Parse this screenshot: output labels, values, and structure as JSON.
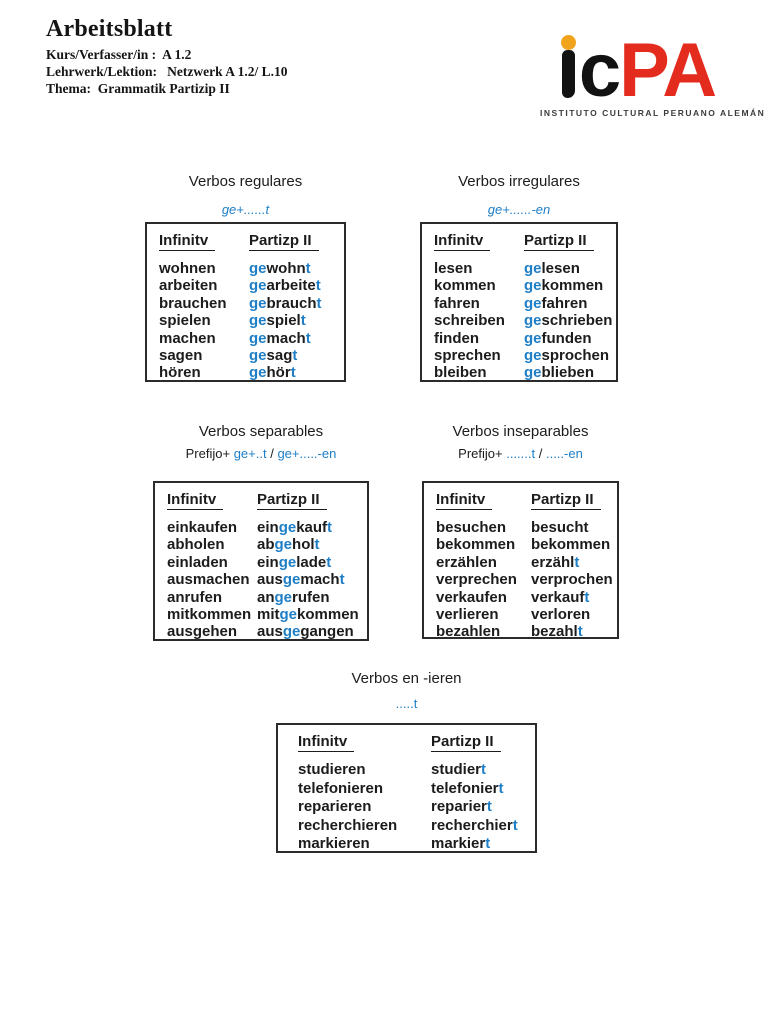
{
  "colors": {
    "accent_blue": "#1e7ec6",
    "text": "#1c1c1c",
    "logo_red": "#e32b1e",
    "logo_orange": "#f2a31c"
  },
  "header": {
    "title": "Arbeitsblatt",
    "lines": [
      "Kurs/Verfasser/in :  A 1.2",
      "Lehrwerk/Lektion:   Netzwerk A 1.2/ L.10",
      "Thema:  Grammatik Partizip II"
    ]
  },
  "logo": {
    "letters_black": "c",
    "letters_red": "PA",
    "caption": "INSTITUTO CULTURAL PERUANO ALEMÁN"
  },
  "tables": [
    {
      "title": "Verbos regulares",
      "pattern": [
        [
          "ge+......t",
          "b"
        ]
      ],
      "col1": "Infinitv",
      "col2": "Partizp II",
      "rows": [
        {
          "inf": "wohnen",
          "part": [
            [
              "ge",
              "b"
            ],
            [
              "wohn",
              "k"
            ],
            [
              "t",
              "b"
            ]
          ]
        },
        {
          "inf": "arbeiten",
          "part": [
            [
              "ge",
              "b"
            ],
            [
              "arbeite",
              "k"
            ],
            [
              "t",
              "b"
            ]
          ]
        },
        {
          "inf": "brauchen",
          "part": [
            [
              "ge",
              "b"
            ],
            [
              "brauch",
              "k"
            ],
            [
              "t",
              "b"
            ]
          ]
        },
        {
          "inf": "spielen",
          "part": [
            [
              "ge",
              "b"
            ],
            [
              "spiel",
              "k"
            ],
            [
              "t",
              "b"
            ]
          ]
        },
        {
          "inf": "machen",
          "part": [
            [
              "ge",
              "b"
            ],
            [
              "mach",
              "k"
            ],
            [
              "t",
              "b"
            ]
          ]
        },
        {
          "inf": "sagen",
          "part": [
            [
              "ge",
              "b"
            ],
            [
              "sag",
              "k"
            ],
            [
              "t",
              "b"
            ]
          ]
        },
        {
          "inf": "hören",
          "part": [
            [
              "ge",
              "b"
            ],
            [
              "hör",
              "k"
            ],
            [
              "t",
              "b"
            ]
          ]
        }
      ]
    },
    {
      "title": "Verbos irregulares",
      "pattern": [
        [
          "ge+......-en",
          "b"
        ]
      ],
      "col1": "Infinitv",
      "col2": "Partizp II",
      "rows": [
        {
          "inf": "lesen",
          "part": [
            [
              "ge",
              "b"
            ],
            [
              "lesen",
              "k"
            ]
          ]
        },
        {
          "inf": "kommen",
          "part": [
            [
              "ge",
              "b"
            ],
            [
              "kommen",
              "k"
            ]
          ]
        },
        {
          "inf": "fahren",
          "part": [
            [
              "ge",
              "b"
            ],
            [
              "fahren",
              "k"
            ]
          ]
        },
        {
          "inf": "schreiben",
          "part": [
            [
              "ge",
              "b"
            ],
            [
              "schrieben",
              "k"
            ]
          ]
        },
        {
          "inf": "finden",
          "part": [
            [
              "ge",
              "b"
            ],
            [
              "funden",
              "k"
            ]
          ]
        },
        {
          "inf": "sprechen",
          "part": [
            [
              "ge",
              "b"
            ],
            [
              "sprochen",
              "k"
            ]
          ]
        },
        {
          "inf": "bleiben",
          "part": [
            [
              "ge",
              "b"
            ],
            [
              "blieben",
              "k"
            ]
          ]
        }
      ]
    },
    {
      "title": "Verbos separables",
      "pattern": [
        [
          "Prefijo+ ",
          "k"
        ],
        [
          "ge+..t",
          "b"
        ],
        [
          " / ",
          "k"
        ],
        [
          "ge+.....-en",
          "b"
        ]
      ],
      "col1": "Infinitv",
      "col2": "Partizp II",
      "rows": [
        {
          "inf": "einkaufen",
          "part": [
            [
              "ein",
              "k"
            ],
            [
              "ge",
              "b"
            ],
            [
              "kauf",
              "k"
            ],
            [
              "t",
              "b"
            ]
          ]
        },
        {
          "inf": "abholen",
          "part": [
            [
              "ab",
              "k"
            ],
            [
              "ge",
              "b"
            ],
            [
              "hol",
              "k"
            ],
            [
              "t",
              "b"
            ]
          ]
        },
        {
          "inf": "einladen",
          "part": [
            [
              "ein",
              "k"
            ],
            [
              "ge",
              "b"
            ],
            [
              "lade",
              "k"
            ],
            [
              "t",
              "b"
            ]
          ]
        },
        {
          "inf": "ausmachen",
          "part": [
            [
              "aus",
              "k"
            ],
            [
              "ge",
              "b"
            ],
            [
              "mach",
              "k"
            ],
            [
              "t",
              "b"
            ]
          ]
        },
        {
          "inf": "anrufen",
          "part": [
            [
              "an",
              "k"
            ],
            [
              "ge",
              "b"
            ],
            [
              "rufen",
              "k"
            ]
          ]
        },
        {
          "inf": "mitkommen",
          "part": [
            [
              "mit",
              "k"
            ],
            [
              "ge",
              "b"
            ],
            [
              "kommen",
              "k"
            ]
          ]
        },
        {
          "inf": "ausgehen",
          "part": [
            [
              "aus",
              "k"
            ],
            [
              "ge",
              "b"
            ],
            [
              "gangen",
              "k"
            ]
          ]
        }
      ]
    },
    {
      "title": "Verbos inseparables",
      "pattern": [
        [
          "Prefijo+ ",
          "k"
        ],
        [
          ".......t",
          "b"
        ],
        [
          " / ",
          "k"
        ],
        [
          ".....-en",
          "b"
        ]
      ],
      "col1": "Infinitv",
      "col2": "Partizp II",
      "rows": [
        {
          "inf": "besuchen",
          "part": [
            [
              "besucht",
              "k"
            ]
          ]
        },
        {
          "inf": "bekommen",
          "part": [
            [
              "bekommen",
              "k"
            ]
          ]
        },
        {
          "inf": "erzählen",
          "part": [
            [
              "erzähl",
              "k"
            ],
            [
              "t",
              "b"
            ]
          ]
        },
        {
          "inf": "verprechen",
          "part": [
            [
              "verprochen",
              "k"
            ]
          ]
        },
        {
          "inf": "verkaufen",
          "part": [
            [
              "verkauf",
              "k"
            ],
            [
              "t",
              "b"
            ]
          ]
        },
        {
          "inf": "verlieren",
          "part": [
            [
              "verloren",
              "k"
            ]
          ]
        },
        {
          "inf": "bezahlen",
          "part": [
            [
              "bezahl",
              "k"
            ],
            [
              "t",
              "b"
            ]
          ]
        }
      ]
    },
    {
      "title": "Verbos en -ieren",
      "pattern": [
        [
          ".....t",
          "b"
        ]
      ],
      "col1": "Infinitv",
      "col2": "Partizp II",
      "rows": [
        {
          "inf": "studieren",
          "part": [
            [
              "studier",
              "k"
            ],
            [
              "t",
              "b"
            ]
          ]
        },
        {
          "inf": "telefonieren",
          "part": [
            [
              "telefonier",
              "k"
            ],
            [
              "t",
              "b"
            ]
          ]
        },
        {
          "inf": "reparieren",
          "part": [
            [
              "reparier",
              "k"
            ],
            [
              "t",
              "b"
            ]
          ]
        },
        {
          "inf": "recherchieren",
          "part": [
            [
              "recherchier",
              "k"
            ],
            [
              "t",
              "b"
            ]
          ]
        },
        {
          "inf": "markieren",
          "part": [
            [
              "markier",
              "k"
            ],
            [
              "t",
              "b"
            ]
          ]
        }
      ]
    }
  ]
}
